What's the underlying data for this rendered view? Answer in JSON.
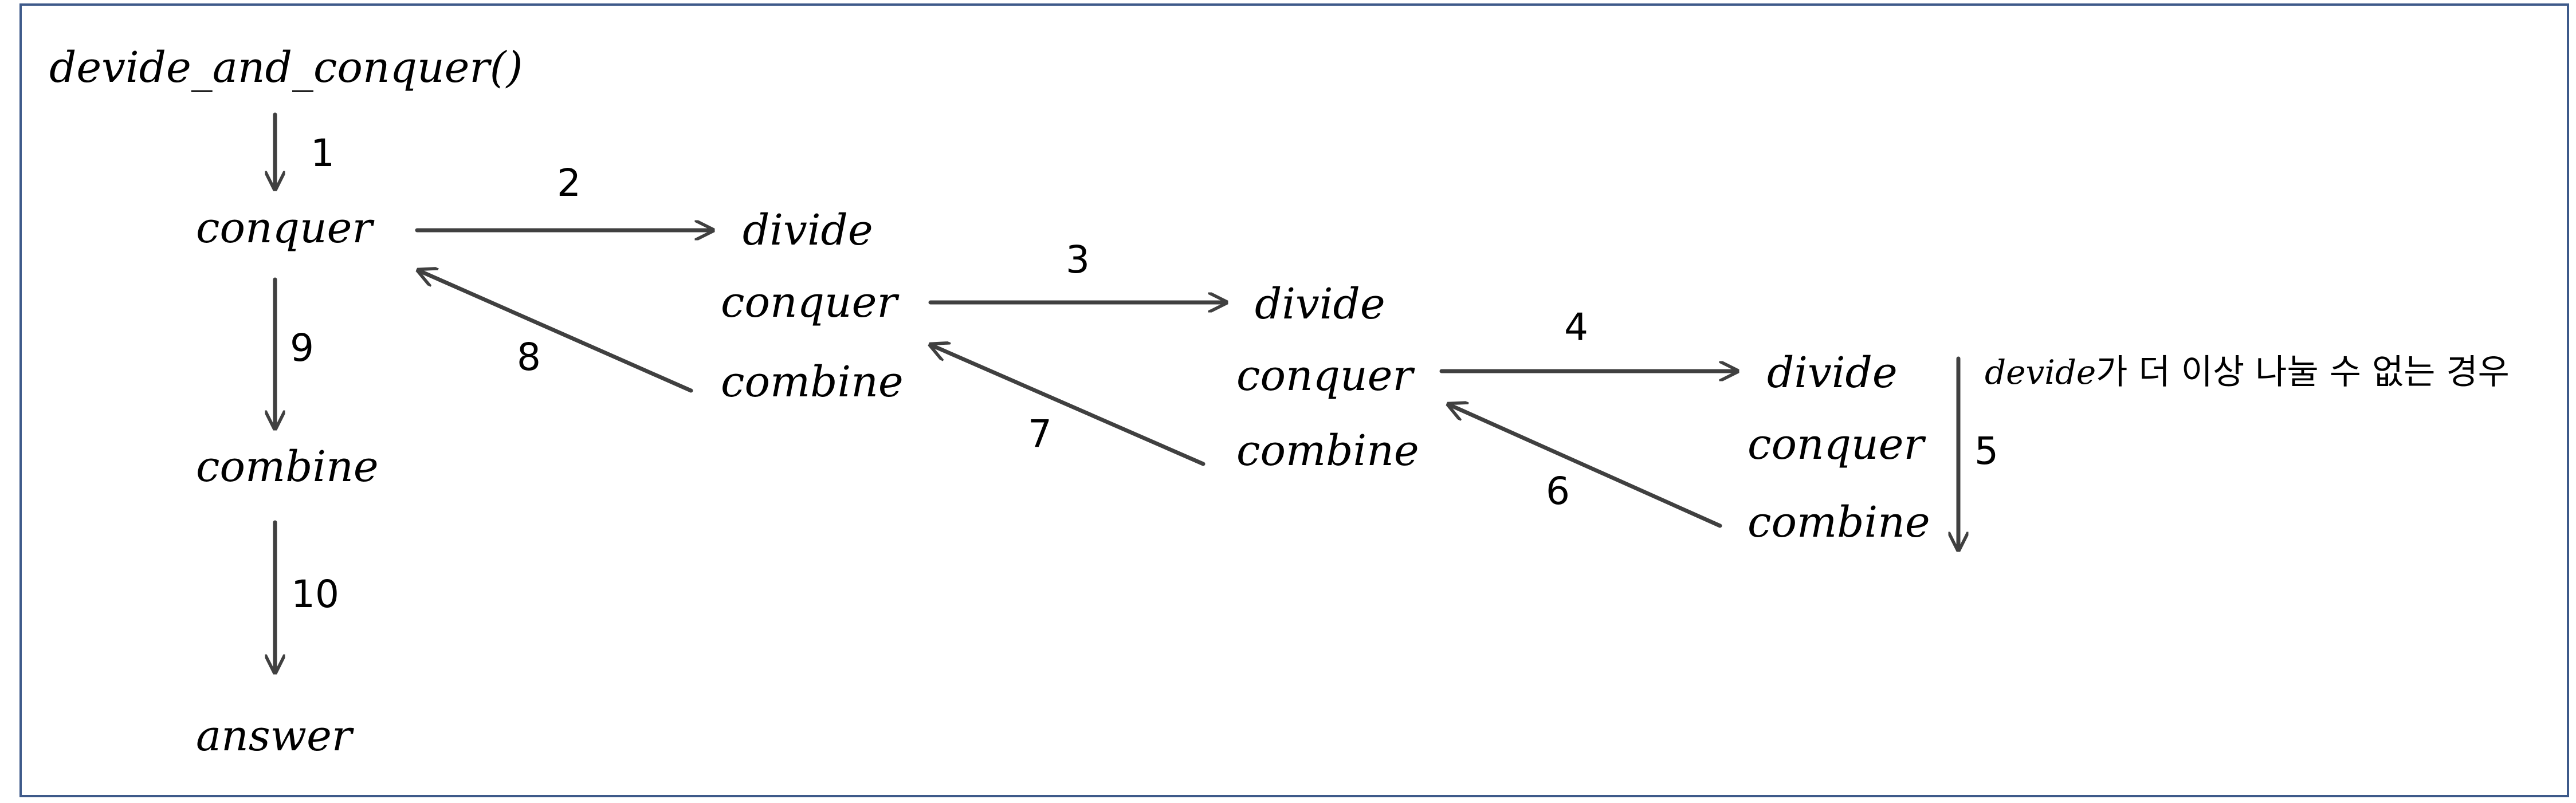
{
  "root": "devide_and_conquer()",
  "level0": {
    "conquer": "conquer",
    "combine": "combine",
    "answer": "answer"
  },
  "level1": {
    "divide": "divide",
    "conquer": "conquer",
    "combine": "combine"
  },
  "level2": {
    "divide": "divide",
    "conquer": "conquer",
    "combine": "combine"
  },
  "level3": {
    "divide": "divide",
    "conquer": "conquer",
    "combine": "combine"
  },
  "steps": [
    "1",
    "2",
    "3",
    "4",
    "5",
    "6",
    "7",
    "8",
    "9",
    "10"
  ],
  "note": {
    "var": "devide",
    "text": "가 더 이상 나눌 수 없는 경우"
  },
  "colors": {
    "arrow": "#404040",
    "frame": "#3e5a8a"
  }
}
